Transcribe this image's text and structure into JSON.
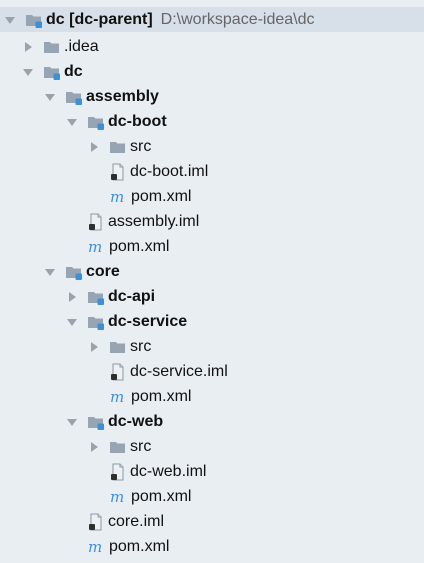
{
  "tree": {
    "rows": [
      {
        "label": "dc [dc-parent]",
        "path": "D:\\workspace-idea\\dc"
      },
      {
        "label": ".idea"
      },
      {
        "label": "dc"
      },
      {
        "label": "assembly"
      },
      {
        "label": "dc-boot"
      },
      {
        "label": "src"
      },
      {
        "label": "dc-boot.iml"
      },
      {
        "label": "pom.xml"
      },
      {
        "label": "assembly.iml"
      },
      {
        "label": "pom.xml"
      },
      {
        "label": "core"
      },
      {
        "label": "dc-api"
      },
      {
        "label": "dc-service"
      },
      {
        "label": "src"
      },
      {
        "label": "dc-service.iml"
      },
      {
        "label": "pom.xml"
      },
      {
        "label": "dc-web"
      },
      {
        "label": "src"
      },
      {
        "label": "dc-web.iml"
      },
      {
        "label": "pom.xml"
      },
      {
        "label": "core.iml"
      },
      {
        "label": "pom.xml"
      }
    ]
  },
  "colors": {
    "background": "#e9eef3",
    "selected_row": "#d7dfe9",
    "folder": "#97a4b3",
    "module_badge": "#3d8fd8",
    "maven": "#3d8fd8",
    "text": "#111111",
    "path_text": "#666666"
  }
}
